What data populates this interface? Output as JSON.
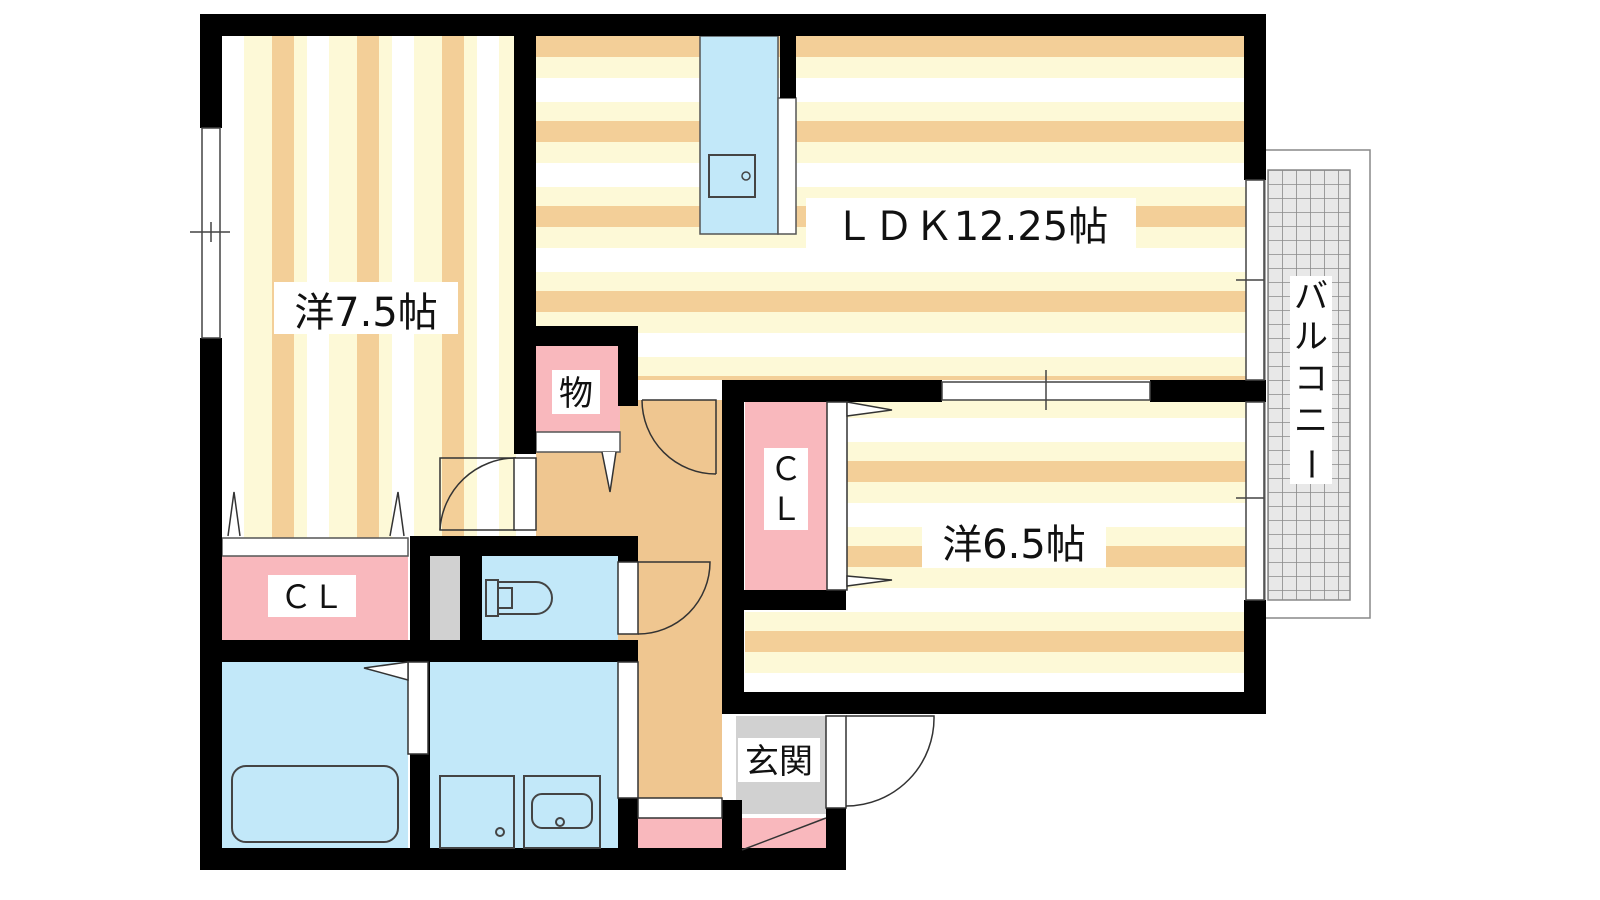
{
  "floor_plan": {
    "rooms": {
      "western_room_1": "洋7.5帖",
      "ldk": "ＬＤＫ12.25帖",
      "western_room_2": "洋6.5帖",
      "storage": "物",
      "closet_1": "ＣＬ",
      "closet_2_line1": "Ｃ",
      "closet_2_line2": "Ｌ",
      "entrance": "玄関",
      "balcony_chars": [
        "バ",
        "ル",
        "コ",
        "ニ",
        "ー"
      ]
    },
    "colors": {
      "wall": "#000000",
      "floor_stripe": "#f3cf98",
      "floor_light": "#fdf9d7",
      "wet_area": "#c2e8f9",
      "closet": "#f9b8bd",
      "hall": "#efc690",
      "balcony_tile": "#999999",
      "gray_floor": "#d1d1d1"
    }
  }
}
